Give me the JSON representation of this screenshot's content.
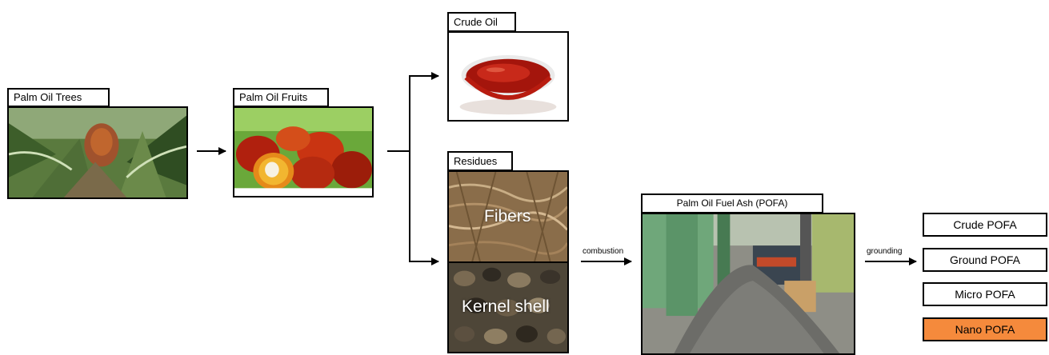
{
  "stages": {
    "trees": {
      "label": "Palm Oil Trees"
    },
    "fruits": {
      "label": "Palm Oil Fruits"
    },
    "crude_oil": {
      "label": "Crude Oil"
    },
    "residues": {
      "label": "Residues",
      "fibers": "Fibers",
      "kernel_shell": "Kernel shell"
    },
    "pofa": {
      "label": "Palm Oil Fuel Ash (POFA)"
    }
  },
  "arrows": {
    "combustion": "combustion",
    "grounding": "grounding"
  },
  "pofa_types": [
    {
      "label": "Crude POFA"
    },
    {
      "label": "Ground POFA"
    },
    {
      "label": "Micro POFA"
    },
    {
      "label": "Nano POFA"
    }
  ],
  "colors": {
    "highlight": "#F58A3C"
  }
}
